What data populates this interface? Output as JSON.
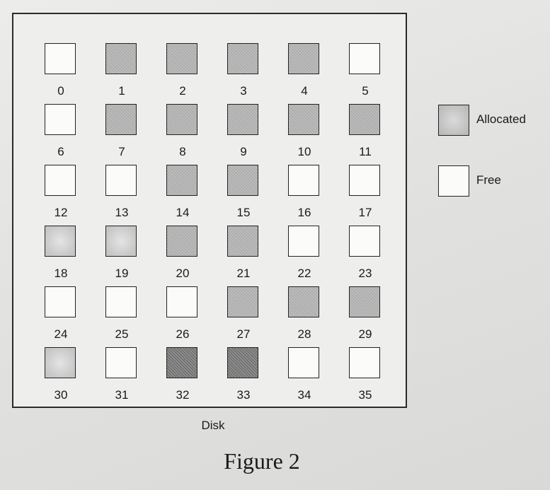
{
  "diagram": {
    "disk_label": "Disk",
    "figure_caption": "Figure 2",
    "legend": [
      {
        "label": "Allocated",
        "state": "allocated"
      },
      {
        "label": "Free",
        "state": "free"
      }
    ],
    "blocks": [
      {
        "label": "0",
        "state": "free"
      },
      {
        "label": "1",
        "state": "allocated"
      },
      {
        "label": "2",
        "state": "allocated"
      },
      {
        "label": "3",
        "state": "allocated"
      },
      {
        "label": "4",
        "state": "allocated"
      },
      {
        "label": "5",
        "state": "free"
      },
      {
        "label": "6",
        "state": "free"
      },
      {
        "label": "7",
        "state": "allocated"
      },
      {
        "label": "8",
        "state": "allocated"
      },
      {
        "label": "9",
        "state": "allocated"
      },
      {
        "label": "10",
        "state": "allocated"
      },
      {
        "label": "11",
        "state": "allocated"
      },
      {
        "label": "12",
        "state": "free"
      },
      {
        "label": "13",
        "state": "free"
      },
      {
        "label": "14",
        "state": "allocated"
      },
      {
        "label": "15",
        "state": "allocated"
      },
      {
        "label": "16",
        "state": "free"
      },
      {
        "label": "17",
        "state": "free"
      },
      {
        "label": "18",
        "state": "allocated"
      },
      {
        "label": "19",
        "state": "allocated"
      },
      {
        "label": "20",
        "state": "allocated"
      },
      {
        "label": "21",
        "state": "allocated"
      },
      {
        "label": "22",
        "state": "free"
      },
      {
        "label": "23",
        "state": "free"
      },
      {
        "label": "24",
        "state": "free"
      },
      {
        "label": "25",
        "state": "free"
      },
      {
        "label": "26",
        "state": "free"
      },
      {
        "label": "27",
        "state": "allocated"
      },
      {
        "label": "28",
        "state": "allocated"
      },
      {
        "label": "29",
        "state": "allocated"
      },
      {
        "label": "30",
        "state": "allocated"
      },
      {
        "label": "31",
        "state": "free"
      },
      {
        "label": "32",
        "state": "allocated"
      },
      {
        "label": "33",
        "state": "allocated"
      },
      {
        "label": "34",
        "state": "free"
      },
      {
        "label": "35",
        "state": "free"
      }
    ]
  }
}
